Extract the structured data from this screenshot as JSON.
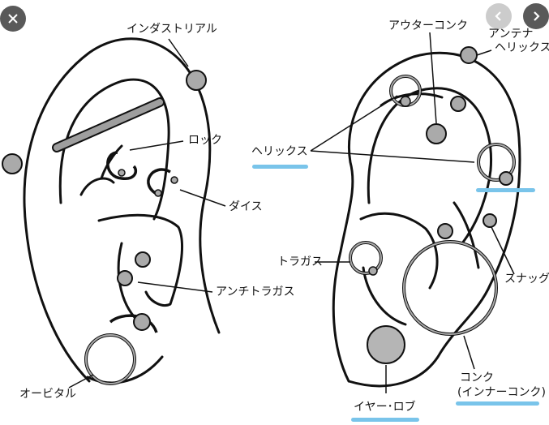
{
  "labels": {
    "industrial": "インダストリアル",
    "rook": "ロック",
    "daith": "ダイス",
    "antitragus": "アンチトラガス",
    "orbital": "オービタル",
    "outer_conch": "アウターコンク",
    "antenna_line1": "アンテナ",
    "antenna_line2": "ヘリックス",
    "helix": "ヘリックス",
    "tragus": "トラガス",
    "snug": "スナッグ",
    "conch_line1": "コンク",
    "conch_line2": "(インナーコンク)",
    "lobe": "イヤー･ロブ"
  },
  "highlight_color": "#79c4ea",
  "controls": {
    "close_icon": "close-icon",
    "prev_icon": "chevron-left-icon",
    "next_icon": "chevron-right-icon"
  }
}
